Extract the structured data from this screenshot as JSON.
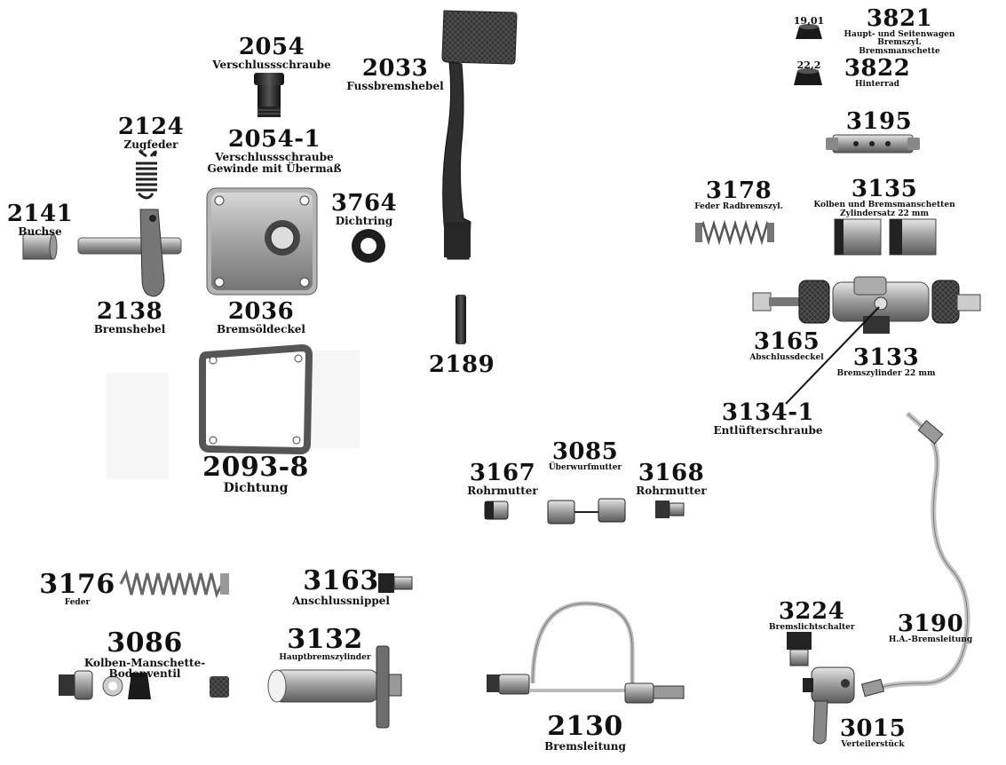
{
  "parts": {
    "p2054": {
      "number": "2054",
      "name": "Verschlussschraube"
    },
    "p2033": {
      "number": "2033",
      "name": "Fussbremshebel"
    },
    "p2124": {
      "number": "2124",
      "name": "Zugfeder"
    },
    "p2054_1": {
      "number": "2054-1",
      "name": "Verschlussschraube",
      "name2": "Gewinde mit Übermaß"
    },
    "p2141": {
      "number": "2141",
      "name": "Buchse"
    },
    "p3764": {
      "number": "3764",
      "name": "Dichtring"
    },
    "p2138": {
      "number": "2138",
      "name": "Bremshebel"
    },
    "p2036": {
      "number": "2036",
      "name": "Bremsöldeckel"
    },
    "p2189": {
      "number": "2189",
      "name": ""
    },
    "p2093_8": {
      "number": "2093-8",
      "name": "Dichtung"
    },
    "p3821": {
      "number": "3821",
      "name": "Haupt- und Seitenwagen Bremszyl.",
      "name2": "Bremsmanschette",
      "size": "19,01"
    },
    "p3822": {
      "number": "3822",
      "name": "Hinterrad",
      "size": "22,2"
    },
    "p3195": {
      "number": "3195",
      "name": ""
    },
    "p3178": {
      "number": "3178",
      "name": "Feder Radbremszyl."
    },
    "p3135": {
      "number": "3135",
      "name": "Kolben und Bremsmanschetten",
      "name2": "Zylindersatz 22 mm"
    },
    "p3165": {
      "number": "3165",
      "name": "Abschlussdeckel"
    },
    "p3133": {
      "number": "3133",
      "name": "Bremszylinder 22 mm"
    },
    "p3134_1": {
      "number": "3134-1",
      "name": "Entlüfterschraube"
    },
    "p3085": {
      "number": "3085",
      "name": "Überwurfmutter"
    },
    "p3167": {
      "number": "3167",
      "name": "Rohrmutter"
    },
    "p3168": {
      "number": "3168",
      "name": "Rohrmutter"
    },
    "p3176": {
      "number": "3176",
      "name": "Feder"
    },
    "p3163": {
      "number": "3163",
      "name": "Anschlussnippel"
    },
    "p3086": {
      "number": "3086",
      "name": "Kolben-Manschette-Bodenventil"
    },
    "p3132": {
      "number": "3132",
      "name": "Hauptbremszylinder"
    },
    "p3224": {
      "number": "3224",
      "name": "Bremslichtschalter"
    },
    "p3190": {
      "number": "3190",
      "name": "H.A.-Bremsleitung"
    },
    "p2130": {
      "number": "2130",
      "name": "Bremsleitung"
    },
    "p3015": {
      "number": "3015",
      "name": "Verteilerstück"
    }
  },
  "colors": {
    "text": "#111111",
    "metal_dark": "#2a2a2a",
    "metal_mid": "#8a8a8a",
    "metal_light": "#cfcfcf"
  }
}
